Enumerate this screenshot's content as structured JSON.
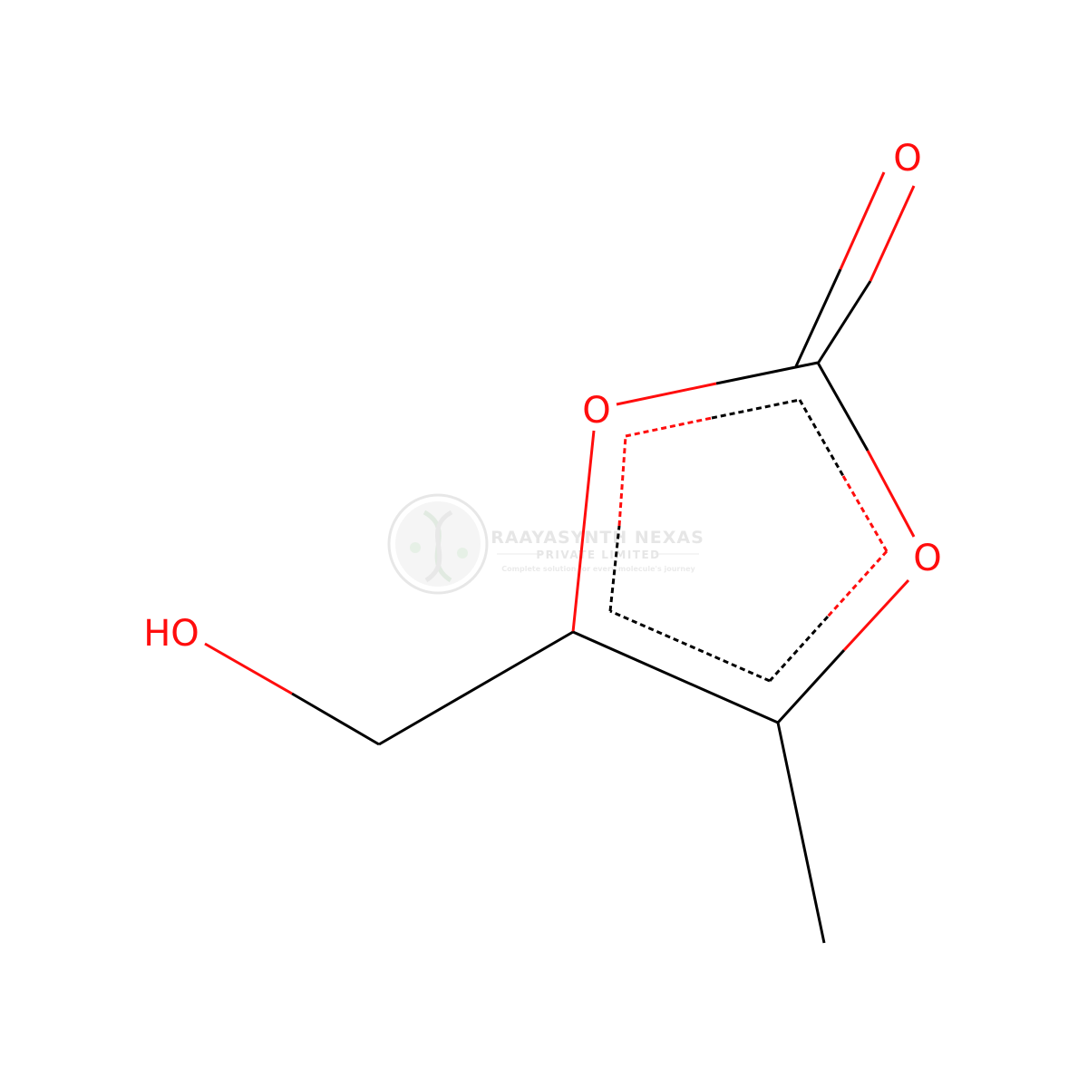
{
  "molecule": {
    "atoms": {
      "carbonyl_oxygen": "O",
      "ring_oxygen_left": "O",
      "ring_oxygen_right": "O",
      "hydroxyl": "HO"
    },
    "colors": {
      "bond": "#000000",
      "oxygen": "#ff0d0d"
    }
  },
  "watermark": {
    "title": "RAAYASYNTH NEXAS",
    "subtitle": "PRIVATE LIMITED",
    "tagline": "Complete solution for every molecule's journey",
    "color": "#c8c8c8",
    "logo": "dna-helix-logo"
  }
}
